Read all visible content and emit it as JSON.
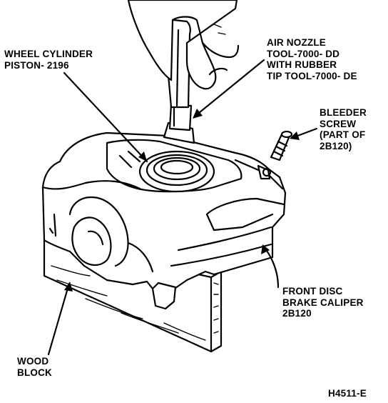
{
  "labels": {
    "wheel_cylinder": [
      "WHEEL CYLINDER",
      "PISTON- 2196"
    ],
    "air_nozzle": [
      "AIR NOZZLE",
      "TOOL-7000- DD",
      "WITH RUBBER",
      "TIP TOOL-7000- DE"
    ],
    "bleeder_screw": [
      "BLEEDER",
      "SCREW",
      "(PART OF",
      "2B120)"
    ],
    "caliper": [
      "FRONT DISC",
      "BRAKE CALIPER",
      "2B120"
    ],
    "wood_block": [
      "WOOD",
      "BLOCK"
    ],
    "figure_code": "H4511-E"
  },
  "icons": [
    "hand",
    "air-nozzle-tool",
    "brake-caliper",
    "bleeder-screw",
    "wood-block",
    "leader-arrow"
  ]
}
